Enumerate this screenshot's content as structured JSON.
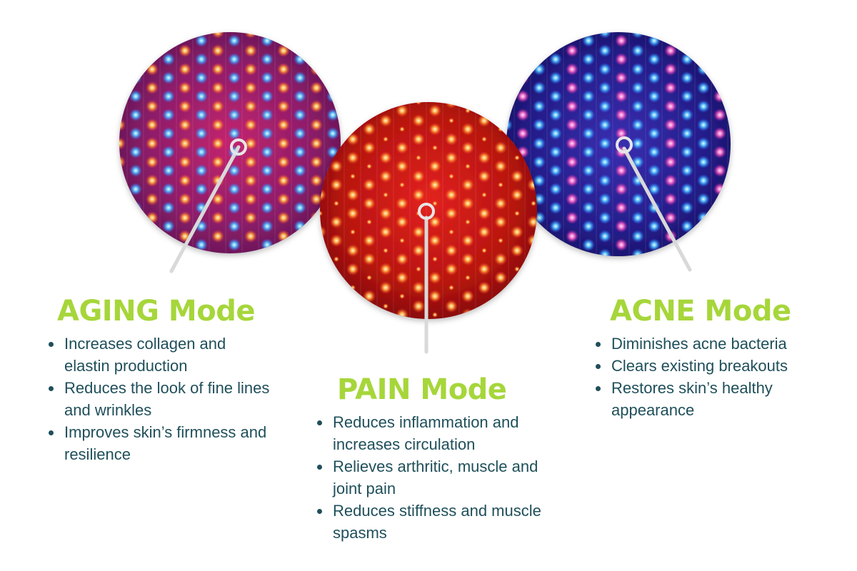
{
  "colors": {
    "heading": "#a6d63a",
    "text": "#1f4f5a",
    "pointer": "#d9d9d9"
  },
  "modes": [
    {
      "title": "AGING Mode",
      "panel_palette": "magenta-red-blue",
      "bullets": [
        "Increases collagen and elastin production",
        "Reduces the look of fine lines and wrinkles",
        "Improves skin’s firmness and resilience"
      ]
    },
    {
      "title": "PAIN Mode",
      "panel_palette": "red",
      "bullets": [
        "Reduces inflammation and increases circulation",
        "Relieves arthritic, muscle and joint pain",
        "Reduces stiffness and muscle spasms"
      ]
    },
    {
      "title": "ACNE Mode",
      "panel_palette": "blue-purple",
      "bullets": [
        "Diminishes acne bacteria",
        "Clears existing breakouts",
        "Restores skin’s healthy appearance"
      ]
    }
  ]
}
